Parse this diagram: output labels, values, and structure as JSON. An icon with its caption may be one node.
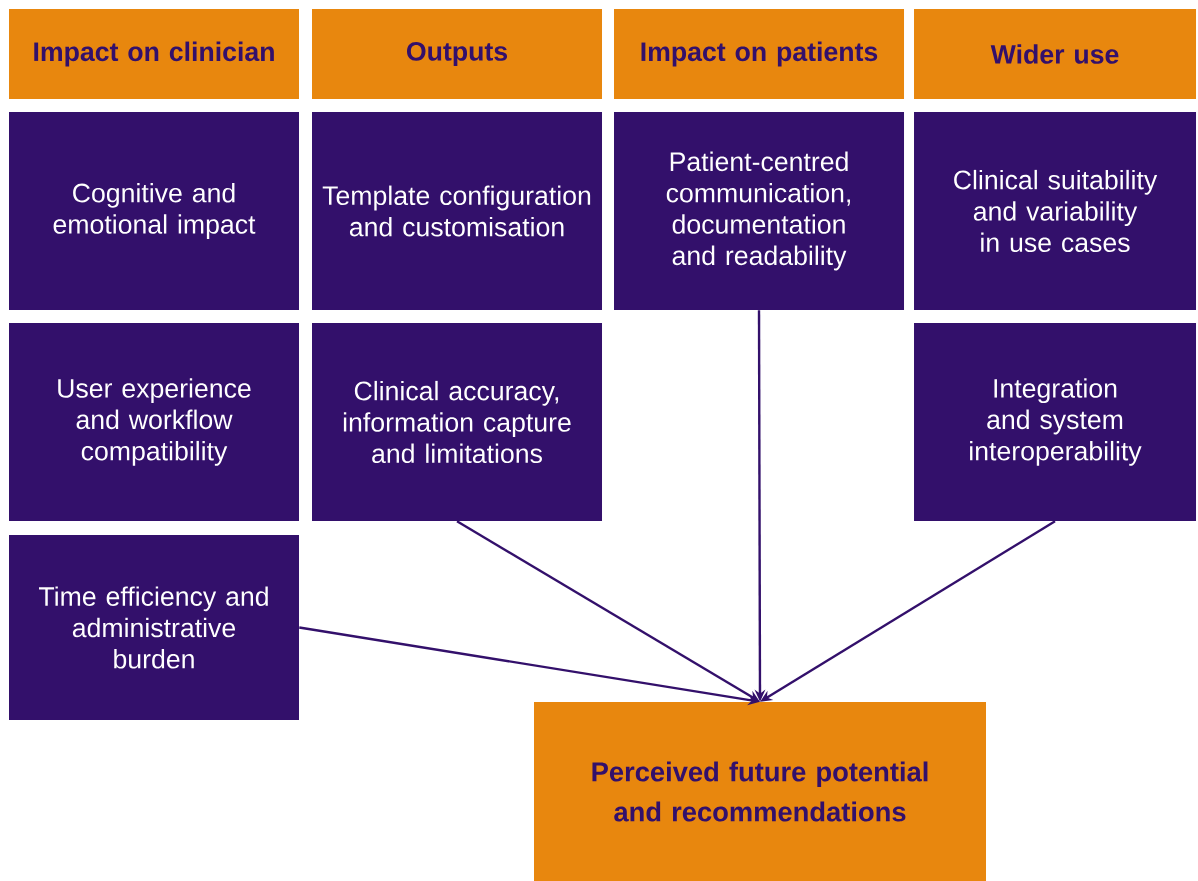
{
  "diagram": {
    "nodes": [
      {
        "text": [
          "Impact on clinician"
        ]
      },
      {
        "text": [
          "Outputs"
        ]
      },
      {
        "text": [
          "Impact on patients"
        ]
      },
      {
        "text": [
          "Wider use"
        ]
      },
      {
        "text": [
          "Cognitive and emotional impact"
        ]
      },
      {
        "text": [
          "Template configuration and customisation"
        ]
      },
      {
        "text": [
          "Patient-centred communication, documentation and readability"
        ]
      },
      {
        "text": [
          "Clinical suitability and variability in use cases"
        ]
      },
      {
        "text": [
          "User experience and workflow compatibility"
        ]
      },
      {
        "text": [
          "Clinical accuracy, information capture and limitations"
        ]
      },
      {
        "text": [
          "Integration and system interoperability"
        ]
      },
      {
        "text": [
          "Time efficiency and administrative burden"
        ]
      },
      {
        "text": [
          "Perceived future potential and recommendations"
        ]
      }
    ],
    "edges": [
      {
        "from": 11,
        "to": 12,
        "arrow": "to"
      },
      {
        "from": 9,
        "to": 12,
        "arrow": "to"
      },
      {
        "from": 6,
        "to": 12,
        "arrow": "to"
      },
      {
        "from": 10,
        "to": 12,
        "arrow": "to"
      }
    ]
  }
}
